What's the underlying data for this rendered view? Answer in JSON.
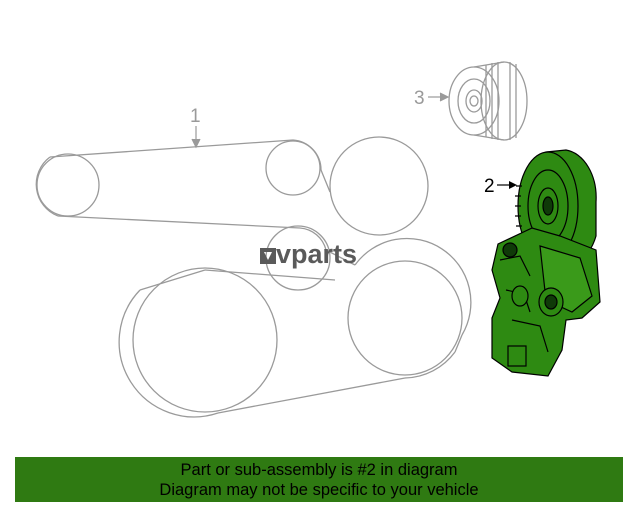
{
  "diagram": {
    "callouts": [
      {
        "number": "1",
        "part": "belt"
      },
      {
        "number": "2",
        "part": "tensioner-assembly"
      },
      {
        "number": "3",
        "part": "idler-pulley"
      }
    ],
    "highlighted_part": "2",
    "watermark": "vparts",
    "colors": {
      "line_gray": "#9a9a9a",
      "highlight_green": "#2e8a12",
      "outline_black": "#000000",
      "banner_green": "#2f7a12",
      "watermark_gray": "#5a5a5a"
    }
  },
  "banner": {
    "line1": "Part or sub-assembly is #2 in diagram",
    "line2": "Diagram may not be specific to your vehicle"
  }
}
